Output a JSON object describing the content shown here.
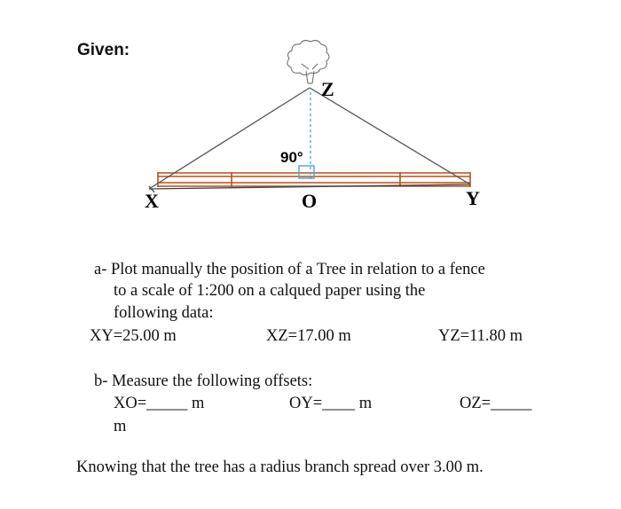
{
  "heading": "Given:",
  "diagram": {
    "labels": {
      "x": "X",
      "o": "O",
      "y": "Y",
      "z": "Z"
    },
    "angle": "90°",
    "tree_icon": "tree-icon",
    "colors": {
      "fence": "#b5511f",
      "perpendicular": "#4aa3d6",
      "lines": "#555555"
    }
  },
  "part_a": {
    "line1": "a- Plot manually the position of a Tree in relation to a fence",
    "line2": "to a scale of 1:200 on a calqued paper using the",
    "line3": "following data:",
    "xy": "XY=25.00 m",
    "xz": "XZ=17.00 m",
    "yz": "YZ=11.80 m"
  },
  "part_b": {
    "line1": "b- Measure the following offsets:",
    "xo": "XO=_____ m",
    "oy": "OY=____ m",
    "oz": "OZ=_____",
    "unit": "m"
  },
  "note": "Knowing that the tree has a radius branch spread over 3.00 m."
}
